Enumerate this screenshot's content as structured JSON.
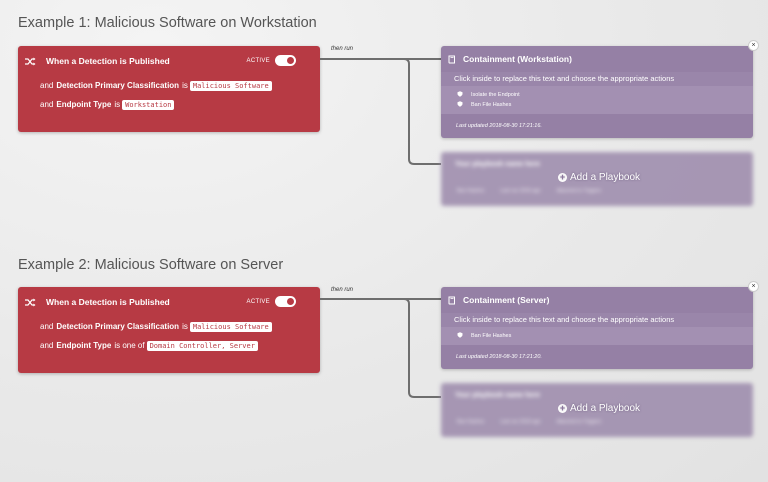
{
  "examples": [
    {
      "title": "Example 1: Malicious Software on Workstation",
      "trigger": {
        "title": "When a Detection is Published",
        "active_label": "ACTIVE",
        "conditions": [
          {
            "prefix": "and",
            "field": "Detection Primary Classification",
            "op": "is",
            "value": "Malicious Software"
          },
          {
            "prefix": "and",
            "field": "Endpoint Type",
            "op": "is",
            "value": "Workstation"
          }
        ]
      },
      "then_run": "then run",
      "playbook": {
        "title": "Containment (Workstation)",
        "description": "Click inside to replace this text and choose the appropriate actions",
        "actions": [
          "Isolate the Endpoint",
          "Ban File Hashes"
        ],
        "updated": "Last updated 2018-08-30 17:21:16.",
        "close": "×"
      },
      "ghost": {
        "title": "Your playbook name here",
        "meta": [
          "Ban Hashes",
          "Last run 2018 ago",
          "Attached to Triggers"
        ],
        "add_label": "Add a Playbook"
      }
    },
    {
      "title": "Example 2: Malicious Software on Server",
      "trigger": {
        "title": "When a Detection is Published",
        "active_label": "ACTIVE",
        "conditions": [
          {
            "prefix": "and",
            "field": "Detection Primary Classification",
            "op": "is",
            "value": "Malicious Software"
          },
          {
            "prefix": "and",
            "field": "Endpoint Type",
            "op": "is one of",
            "value": "Domain Controller, Server"
          }
        ]
      },
      "then_run": "then run",
      "playbook": {
        "title": "Containment (Server)",
        "description": "Click inside to replace this text and choose the appropriate actions",
        "actions": [
          "Ban File Hashes"
        ],
        "updated": "Last updated 2018-08-30 17:21:20.",
        "close": "×"
      },
      "ghost": {
        "title": "Your playbook name here",
        "meta": [
          "Ban Hashes",
          "Last run 2018 ago",
          "Attached to Triggers"
        ],
        "add_label": "Add a Playbook"
      }
    }
  ],
  "colors": {
    "trigger": "#b73a44",
    "playbook": "#9580a5",
    "connector": "#6e6e6e"
  },
  "icons": {
    "trigger": "shuffle-icon",
    "playbook": "book-icon",
    "action": "shield-icon",
    "add": "plus-circle-icon",
    "close": "close-icon"
  }
}
